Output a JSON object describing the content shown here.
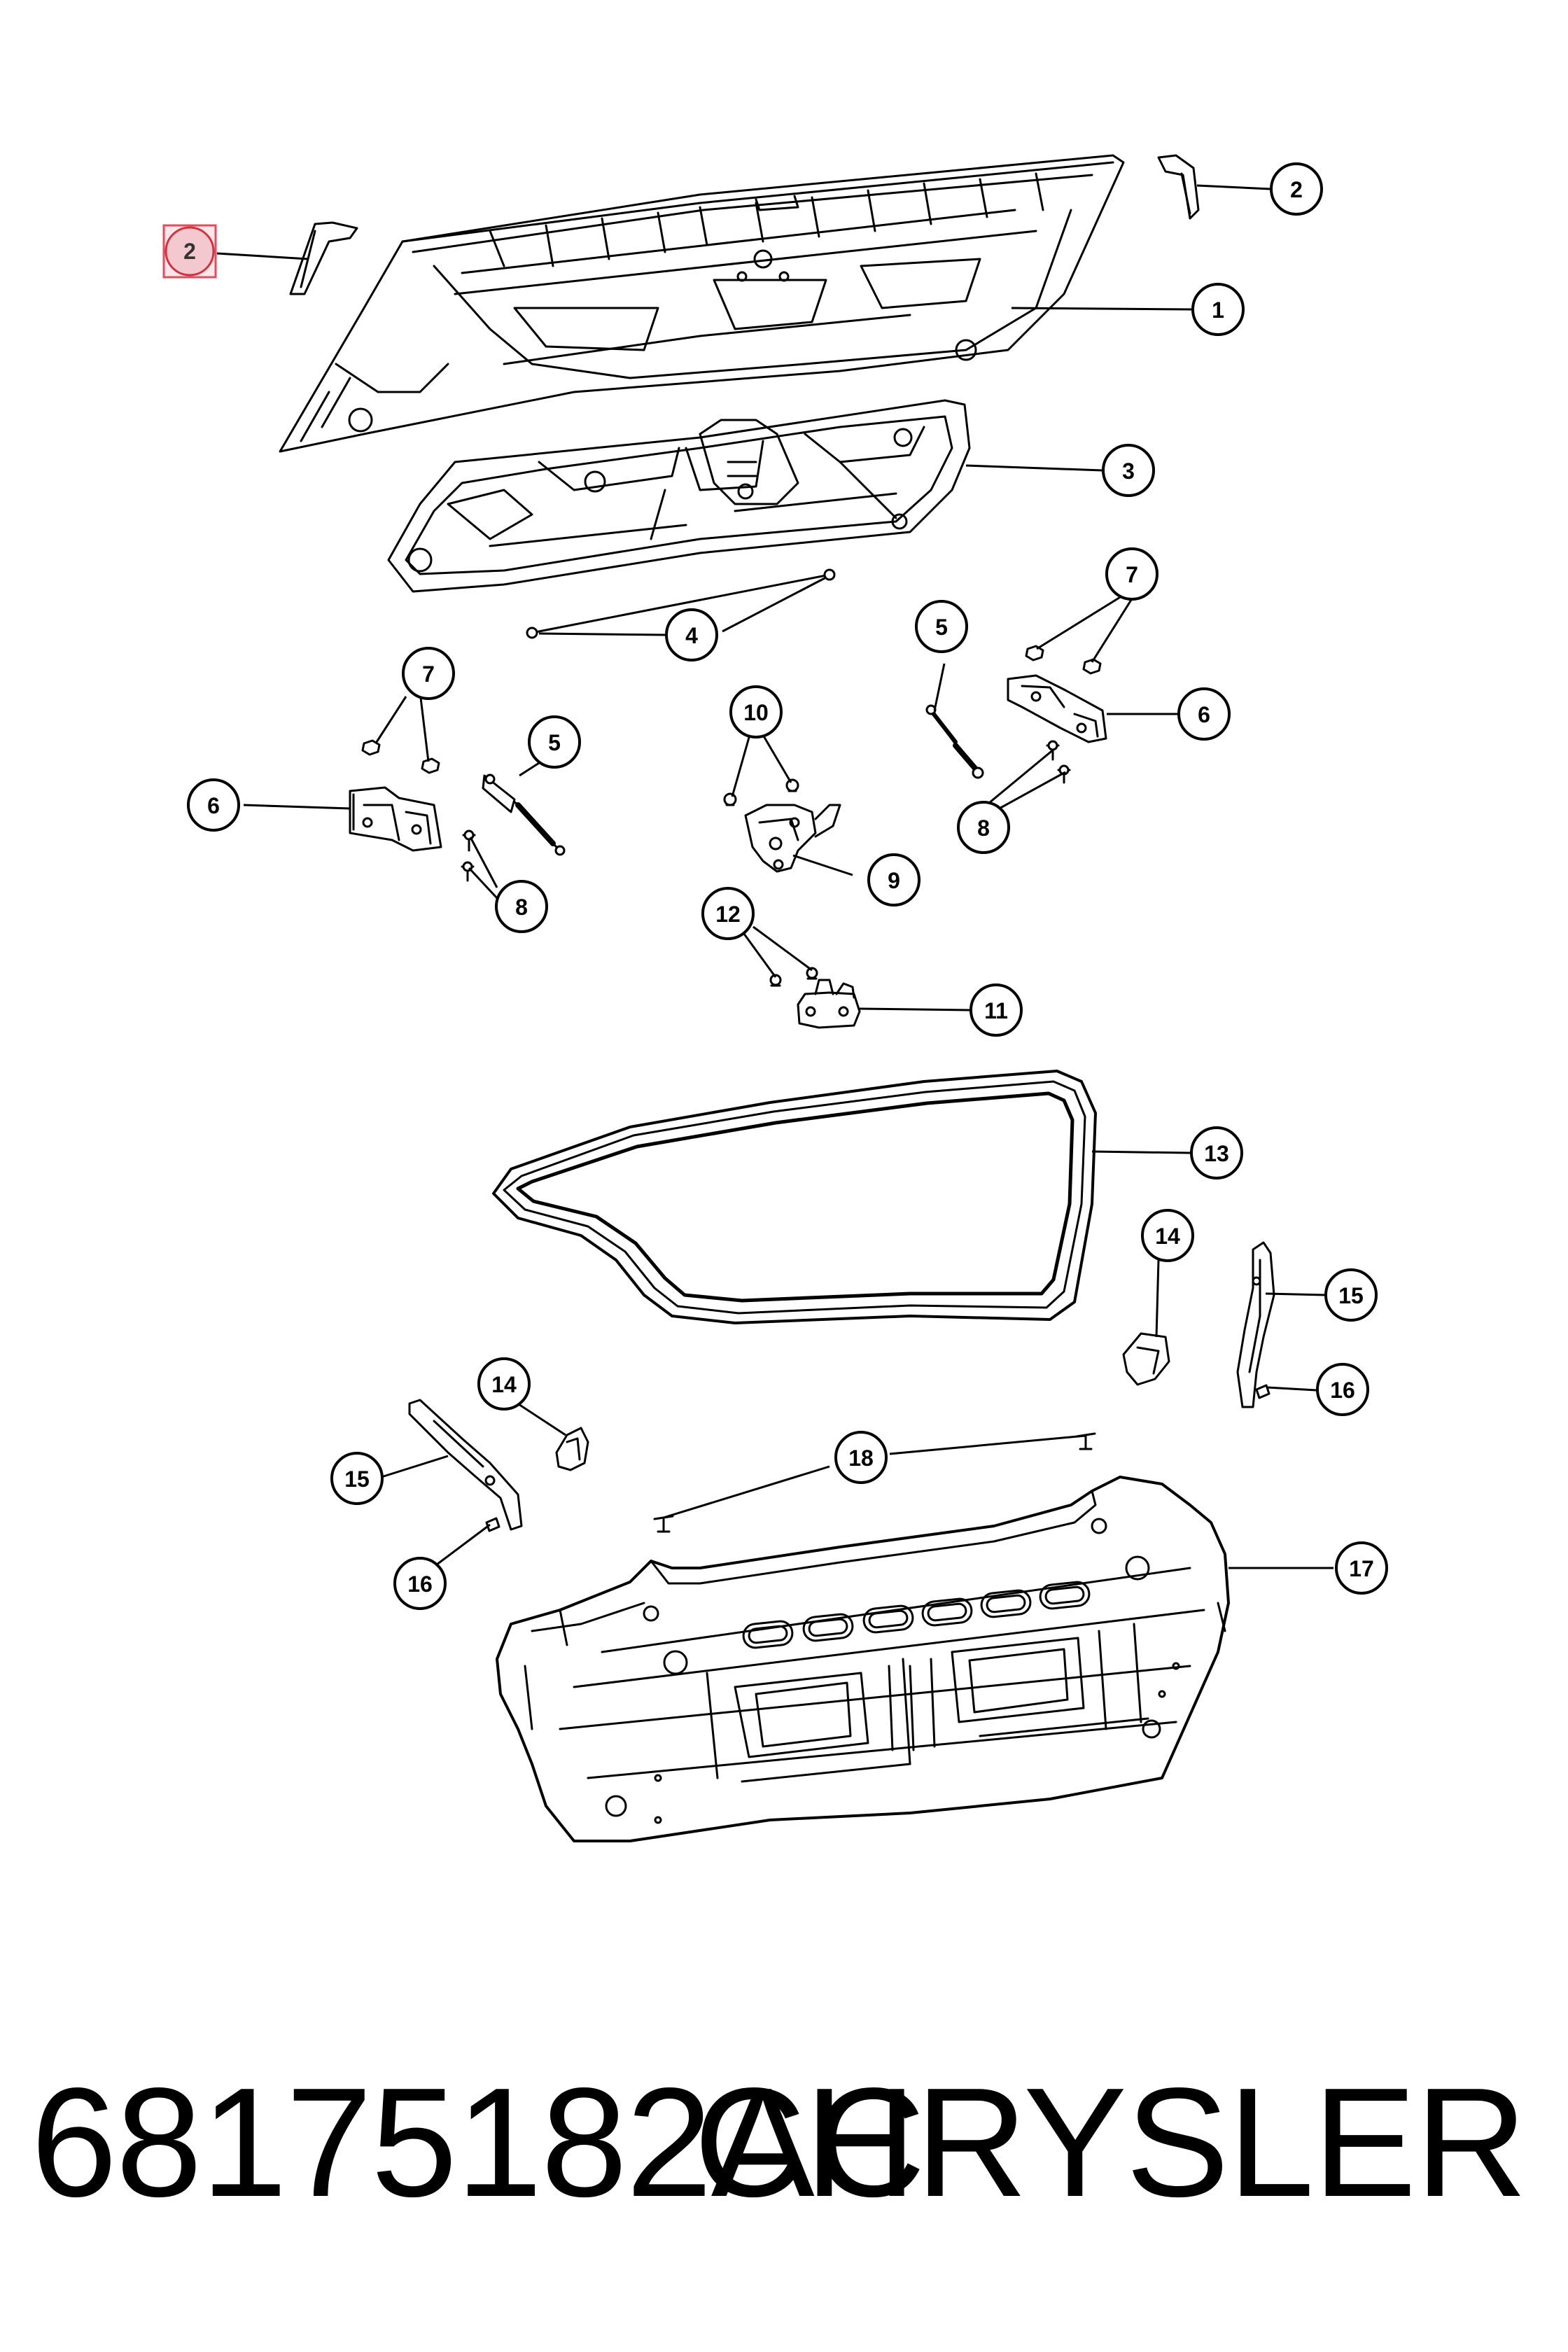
{
  "footer": {
    "part_number": "68175182AC",
    "brand": "CHRYSLER"
  },
  "highlight_color": "#e34d5e",
  "callouts": [
    {
      "id": "c2a",
      "label": "2",
      "highlighted": true
    },
    {
      "id": "c2b",
      "label": "2"
    },
    {
      "id": "c1",
      "label": "1"
    },
    {
      "id": "c3",
      "label": "3"
    },
    {
      "id": "c4",
      "label": "4"
    },
    {
      "id": "c5a",
      "label": "5"
    },
    {
      "id": "c5b",
      "label": "5"
    },
    {
      "id": "c7a",
      "label": "7"
    },
    {
      "id": "c7b",
      "label": "7"
    },
    {
      "id": "c6a",
      "label": "6"
    },
    {
      "id": "c6b",
      "label": "6"
    },
    {
      "id": "c10",
      "label": "10"
    },
    {
      "id": "c8a",
      "label": "8"
    },
    {
      "id": "c8b",
      "label": "8"
    },
    {
      "id": "c9",
      "label": "9"
    },
    {
      "id": "c12",
      "label": "12"
    },
    {
      "id": "c11",
      "label": "11"
    },
    {
      "id": "c13",
      "label": "13"
    },
    {
      "id": "c14a",
      "label": "14"
    },
    {
      "id": "c14b",
      "label": "14"
    },
    {
      "id": "c15a",
      "label": "15"
    },
    {
      "id": "c15b",
      "label": "15"
    },
    {
      "id": "c16a",
      "label": "16"
    },
    {
      "id": "c16b",
      "label": "16"
    },
    {
      "id": "c18",
      "label": "18"
    },
    {
      "id": "c17",
      "label": "17"
    }
  ]
}
